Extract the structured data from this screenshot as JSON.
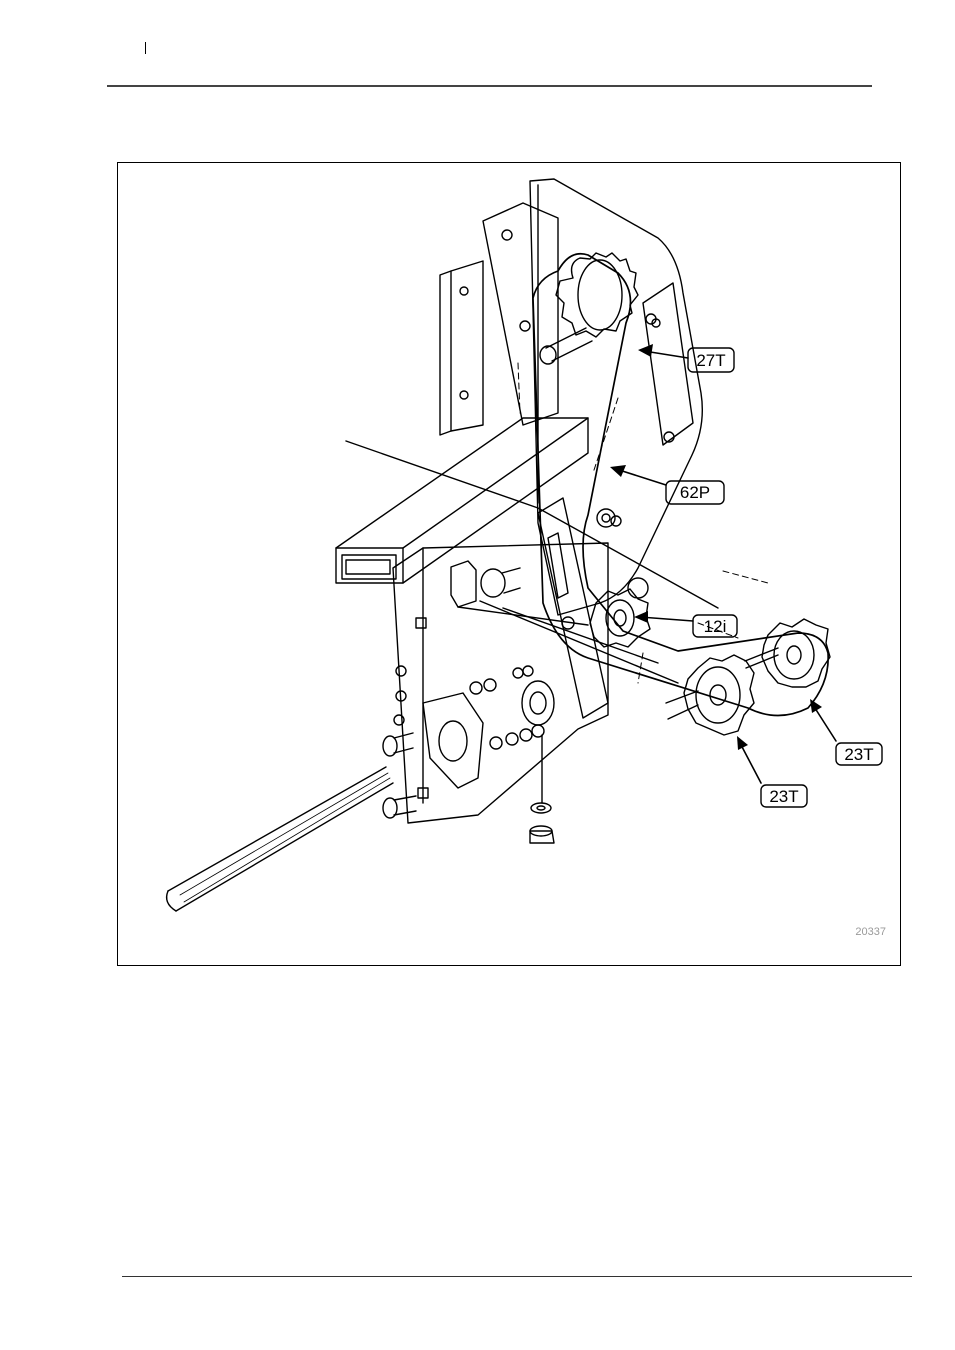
{
  "figure": {
    "number": "20337",
    "callouts": {
      "c27t": "27T",
      "c62p": "62P",
      "c12i": "12i",
      "c23t_right": "23T",
      "c23t_left": "23T"
    }
  }
}
